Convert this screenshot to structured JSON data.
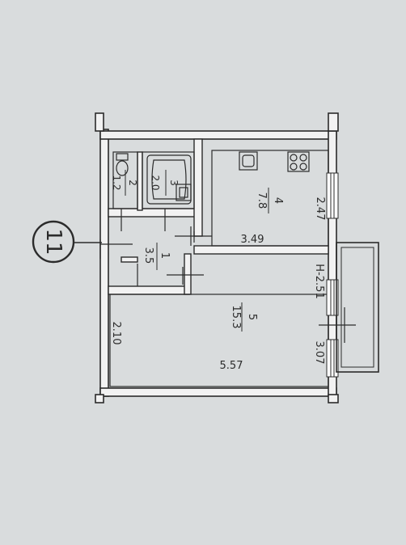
{
  "plan_number": "11",
  "rooms": [
    {
      "number": "2",
      "area": "1.2"
    },
    {
      "number": "3",
      "area": "2.0"
    },
    {
      "number": "1",
      "area": "3.5"
    },
    {
      "number": "4",
      "area": "7.8"
    },
    {
      "number": "5",
      "area": "15.3"
    }
  ],
  "dimensions": {
    "kitchen_width": "2.47",
    "kitchen_length": "3.49",
    "ceiling_height": "H-2.51",
    "room_width": "3.07",
    "room_length": "5.57",
    "room_side": "2.10"
  },
  "colors": {
    "paper": "#d9dcdd",
    "ink": "#2b2b2b",
    "wall_fill": "#f2f2f2"
  }
}
